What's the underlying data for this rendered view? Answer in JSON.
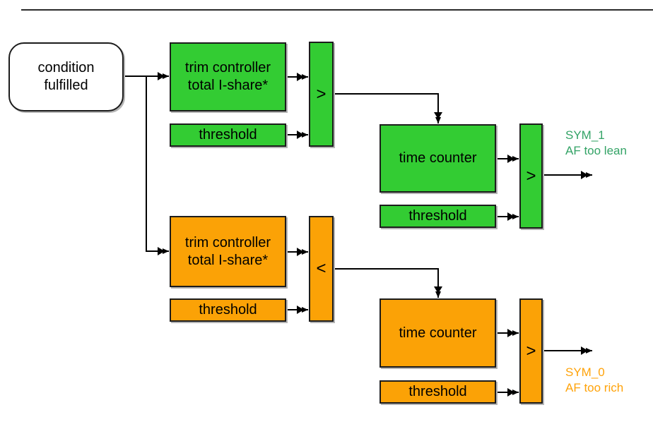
{
  "condition_node": {
    "line1": "condition",
    "line2": "fulfilled"
  },
  "branches": {
    "green": {
      "fill": "#33cc33",
      "label_color": "#33a366",
      "trim_line1": "trim controller",
      "trim_line2": "total I-share*",
      "threshold_top": "threshold",
      "comparator_in": ">",
      "time_counter": "time counter",
      "threshold_bottom": "threshold",
      "comparator_out": ">",
      "output_symbol": "SYM_1",
      "output_meaning": "AF too lean"
    },
    "orange": {
      "fill": "#fba206",
      "label_color": "#ffa30a",
      "trim_line1": "trim controller",
      "trim_line2": "total I-share*",
      "threshold_top": "threshold",
      "comparator_in": "<",
      "time_counter": "time counter",
      "threshold_bottom": "threshold",
      "comparator_out": ">",
      "output_symbol": "SYM_0",
      "output_meaning": "AF too rich"
    }
  }
}
